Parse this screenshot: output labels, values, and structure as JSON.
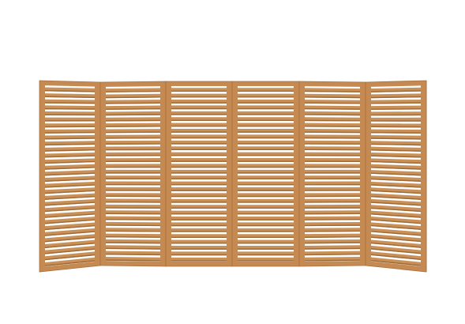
{
  "scene": {
    "subject": "folding-screen",
    "panel_count": 6,
    "slats_per_panel": 30,
    "colors": {
      "background": "#ffffff",
      "frame": "#c58a52",
      "frame_edge": "#a8703e",
      "slat": "#c99157",
      "slat_shadow": "#9c6735",
      "gap": "#ffffff"
    }
  }
}
